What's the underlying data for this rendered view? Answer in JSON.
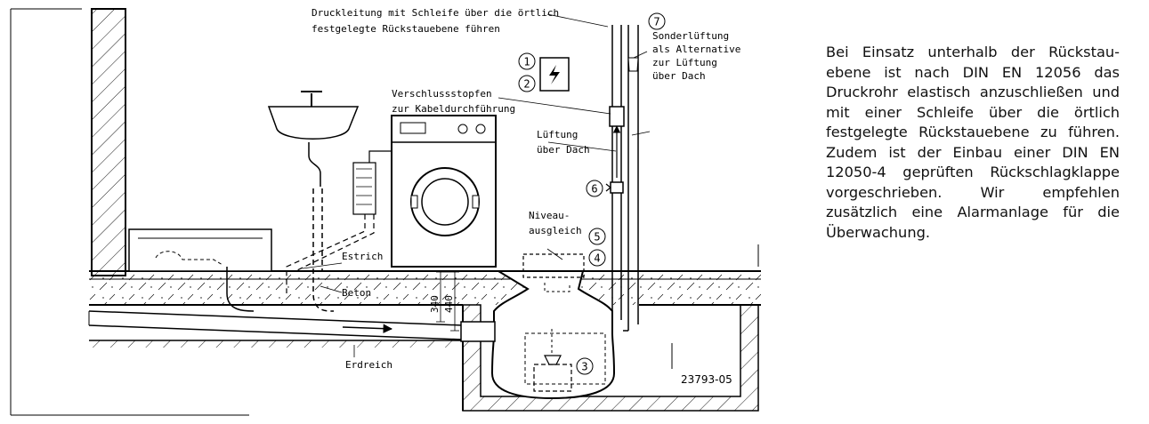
{
  "diagram": {
    "labels": {
      "druckleitung_line1": "Druckleitung mit Schleife über die örtlich",
      "druckleitung_line2": "festgelegte Rückstauebene führen",
      "verschluss_line1": "Verschlussstopfen",
      "verschluss_line2": "zur Kabeldurchführung",
      "lueftung_line1": "Lüftung",
      "lueftung_line2": "über Dach",
      "sonder_line1": "Sonderlüftung",
      "sonder_line2": "als Alternative",
      "sonder_line3": "zur Lüftung",
      "sonder_line4": "über Dach",
      "niveau_line1": "Niveau-",
      "niveau_line2": "ausgleich",
      "estrich": "Estrich",
      "beton": "Beton",
      "erdreich": "Erdreich",
      "dim_340": "340",
      "dim_440": "440",
      "figure_ref": "23793-05"
    },
    "markers": {
      "m1": "1",
      "m2": "2",
      "m3": "3",
      "m4": "4",
      "m5": "5",
      "m6": "6",
      "m7": "7"
    }
  },
  "description": {
    "text": "Bei Einsatz unterhalb der Rückstau­ebene ist nach DIN EN 12056 das Druckrohr elastisch anzuschließen und mit einer Schleife über die örtlich festgelegte Rückstauebene zu führen. Zudem ist der Einbau einer DIN EN 12050-4 geprüften Rück­schlagklappe vorgeschrieben. Wir empfehlen zusätzlich eine Alarman­lage für die Überwachung."
  }
}
